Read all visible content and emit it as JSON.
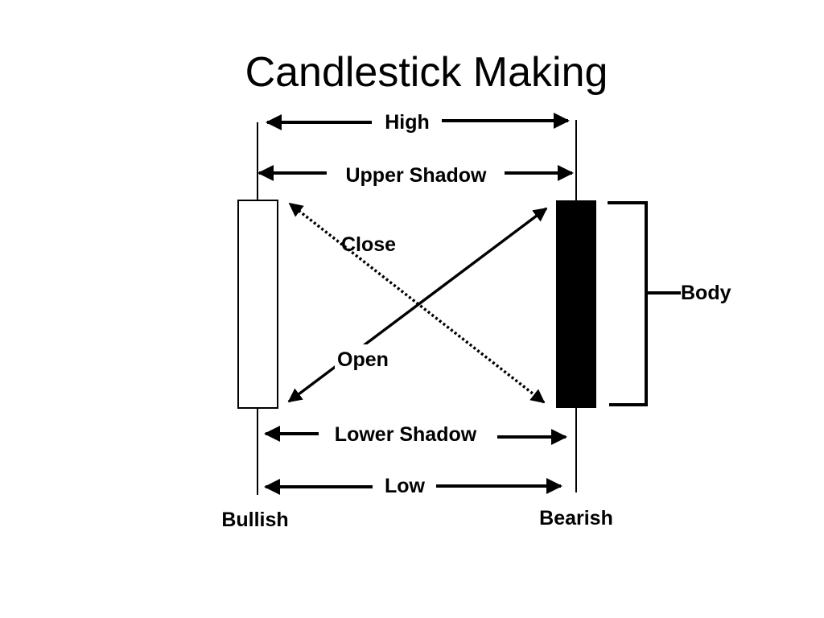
{
  "title": "Candlestick Making",
  "labels": {
    "high": "High",
    "upper_shadow": "Upper Shadow",
    "close": "Close",
    "open": "Open",
    "body": "Body",
    "lower_shadow": "Lower Shadow",
    "low": "Low",
    "bullish": "Bullish",
    "bearish": "Bearish"
  },
  "colors": {
    "ink": "#000000",
    "bullish_body": "#ffffff",
    "bearish_body": "#000000"
  }
}
